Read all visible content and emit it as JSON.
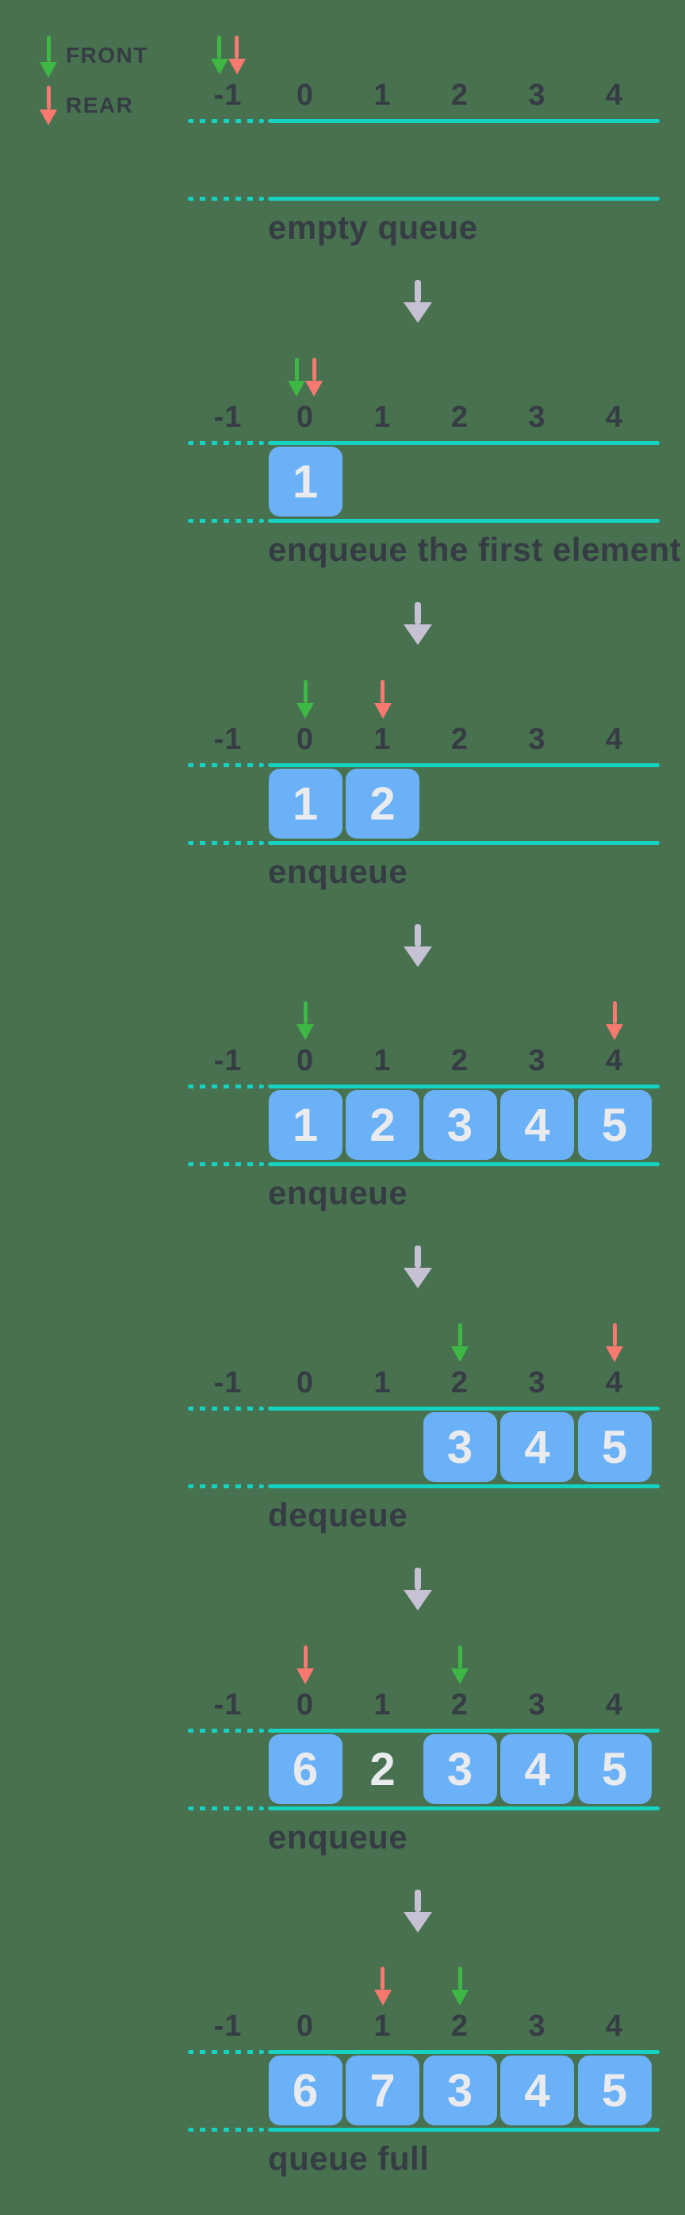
{
  "legend": {
    "front_label": "FRONT",
    "rear_label": "REAR"
  },
  "indices": [
    "-1",
    "0",
    "1",
    "2",
    "3",
    "4"
  ],
  "colors": {
    "background": "#48714F",
    "line_teal": "#15D2C2",
    "cell_blue": "#6BB1F7",
    "cell_text": "#E9EBEE",
    "front_green": "#3EB844",
    "rear_red": "#F8796F",
    "transition_gray": "#C6C1D3",
    "dark_text": "#363C44"
  },
  "stages": [
    {
      "caption": "empty queue",
      "front_index": -1,
      "rear_index": -1,
      "cells": []
    },
    {
      "caption": "enqueue the first element",
      "front_index": 0,
      "rear_index": 0,
      "cells": [
        {
          "index": 0,
          "value": "1",
          "ghost": false
        }
      ]
    },
    {
      "caption": "enqueue",
      "front_index": 0,
      "rear_index": 1,
      "cells": [
        {
          "index": 0,
          "value": "1",
          "ghost": false
        },
        {
          "index": 1,
          "value": "2",
          "ghost": false
        }
      ]
    },
    {
      "caption": "enqueue",
      "front_index": 0,
      "rear_index": 4,
      "cells": [
        {
          "index": 0,
          "value": "1",
          "ghost": false
        },
        {
          "index": 1,
          "value": "2",
          "ghost": false
        },
        {
          "index": 2,
          "value": "3",
          "ghost": false
        },
        {
          "index": 3,
          "value": "4",
          "ghost": false
        },
        {
          "index": 4,
          "value": "5",
          "ghost": false
        }
      ]
    },
    {
      "caption": "dequeue",
      "front_index": 2,
      "rear_index": 4,
      "cells": [
        {
          "index": 2,
          "value": "3",
          "ghost": false
        },
        {
          "index": 3,
          "value": "4",
          "ghost": false
        },
        {
          "index": 4,
          "value": "5",
          "ghost": false
        }
      ]
    },
    {
      "caption": "enqueue",
      "front_index": 2,
      "rear_index": 0,
      "cells": [
        {
          "index": 0,
          "value": "6",
          "ghost": false
        },
        {
          "index": 1,
          "value": "2",
          "ghost": true
        },
        {
          "index": 2,
          "value": "3",
          "ghost": false
        },
        {
          "index": 3,
          "value": "4",
          "ghost": false
        },
        {
          "index": 4,
          "value": "5",
          "ghost": false
        }
      ]
    },
    {
      "caption": "queue full",
      "front_index": 2,
      "rear_index": 1,
      "cells": [
        {
          "index": 0,
          "value": "6",
          "ghost": false
        },
        {
          "index": 1,
          "value": "7",
          "ghost": false
        },
        {
          "index": 2,
          "value": "3",
          "ghost": false
        },
        {
          "index": 3,
          "value": "4",
          "ghost": false
        },
        {
          "index": 4,
          "value": "5",
          "ghost": false
        }
      ]
    }
  ]
}
